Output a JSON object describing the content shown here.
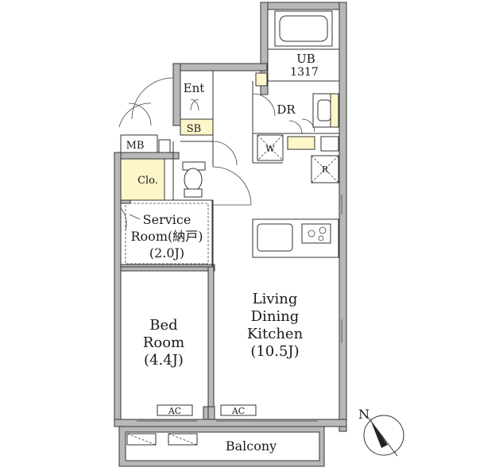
{
  "rooms": {
    "ub_name": "UB",
    "ub_size": "1317",
    "entrance": "Ent",
    "dressing": "DR",
    "shoe_box": "SB",
    "meter_box": "MB",
    "washer": "W",
    "refrigerator": "R",
    "closet": "Clo.",
    "service_line1": "Service",
    "service_line2": "Room(納戸)",
    "service_line3": "(2.0J)",
    "bed_line1": "Bed",
    "bed_line2": "Room",
    "bed_line3": "(4.4J)",
    "ldk_line1": "Living",
    "ldk_line2": "Dining",
    "ldk_line3": "Kitchen",
    "ldk_line4": "(10.5J)",
    "ac_bed": "AC",
    "ac_ldk": "AC",
    "balcony": "Balcony"
  },
  "compass": {
    "label": "N"
  },
  "colors": {
    "wall": "#b8b8b8",
    "storage": "#fcf6c8",
    "line": "#333333"
  }
}
